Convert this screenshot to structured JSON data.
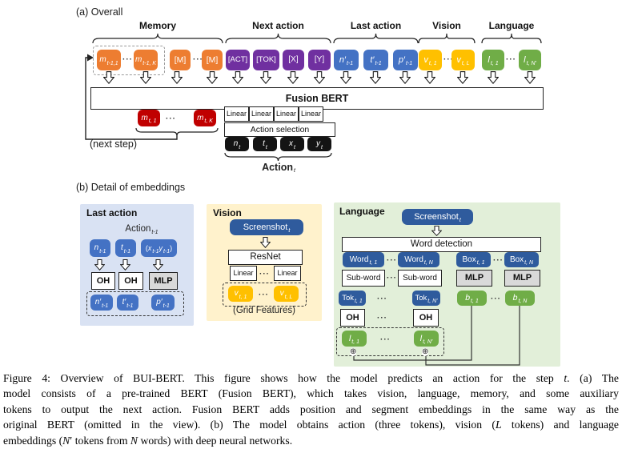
{
  "part_a": {
    "label": "(a) Overall",
    "headers": {
      "memory": "Memory",
      "next_action": "Next action",
      "last_action": "Last action",
      "vision": "Vision",
      "language": "Language"
    },
    "fusion_bert": "Fusion BERT",
    "next_step": "(next step)",
    "linear": "Linear",
    "action_selection": "Action selection",
    "action_label": {
      "m": "Action",
      "s": "t",
      "it": false
    },
    "tk": {
      "m1": {
        "m": "m",
        "s": "t-1,1"
      },
      "mk": {
        "m": "m",
        "s": "t-1, K"
      },
      "mask": {
        "m": "[M]",
        "it": false
      },
      "act": {
        "m": "[ACT]",
        "it": false
      },
      "tok": {
        "m": "[TOK]",
        "it": false
      },
      "x": {
        "m": "[X]",
        "it": false
      },
      "y": {
        "m": "[Y]",
        "it": false
      },
      "np": {
        "m": "n′",
        "s": "t-1"
      },
      "tp": {
        "m": "t′",
        "s": "t-1"
      },
      "pp": {
        "m": "p′",
        "s": "t-1"
      },
      "v1": {
        "m": "v",
        "s": "t, 1"
      },
      "vl": {
        "m": "v",
        "s": "t, L"
      },
      "l1": {
        "m": "l",
        "s": "t, 1"
      },
      "ln": {
        "m": "l",
        "s": "t, N′"
      },
      "rm1": {
        "m": "m",
        "s": "t, 1"
      },
      "rmk": {
        "m": "m",
        "s": "t, K"
      },
      "nt": {
        "m": "n",
        "s": "t"
      },
      "tt": {
        "m": "t",
        "s": "t"
      },
      "xt": {
        "m": "x",
        "s": "t"
      },
      "yt": {
        "m": "y",
        "s": "t"
      }
    }
  },
  "part_b": {
    "label": "(b) Detail of embeddings",
    "last_action": {
      "title": "Last action",
      "action_label": {
        "m": "Action",
        "s": "t-1",
        "it": false
      },
      "oh": "OH",
      "mlp": "MLP",
      "tk": {
        "n": {
          "m": "n",
          "s": "t-1"
        },
        "t": {
          "m": "t",
          "s": "t-1"
        },
        "xy": {
          "parts": [
            {
              "m": "(",
              "it": false
            },
            {
              "m": "x",
              "s": "t-1"
            },
            {
              "m": " y",
              "s": "t-1"
            },
            {
              "m": ")",
              "it": false
            }
          ]
        },
        "np": {
          "m": "n′",
          "s": "t-1"
        },
        "tp": {
          "m": "t′",
          "s": "t-1"
        },
        "pp": {
          "m": "p′",
          "s": "t-1"
        }
      }
    },
    "vision": {
      "title": "Vision",
      "screenshot": {
        "m": "Screenshot",
        "s": "t",
        "it": false
      },
      "resnet": "ResNet",
      "linear": "Linear",
      "grid_features": "(Grid Features)",
      "tk": {
        "v1": {
          "m": "v",
          "s": "t, 1"
        },
        "vl": {
          "m": "v",
          "s": "t, L"
        }
      }
    },
    "language": {
      "title": "Language",
      "screenshot": {
        "m": "Screenshot",
        "s": "t",
        "it": false
      },
      "word_detection": "Word detection",
      "subword": "Sub-word",
      "mlp": "MLP",
      "oh": "OH",
      "tk": {
        "w1": {
          "m": "Word",
          "s": "t, 1",
          "it": false
        },
        "wn": {
          "m": "Word",
          "s": "t, N",
          "it": false
        },
        "bx1": {
          "m": "Box",
          "s": "t, 1",
          "it": false
        },
        "bxn": {
          "m": "Box",
          "s": "t, N",
          "it": false
        },
        "tk1": {
          "m": "Tok",
          "s": "t, 1",
          "it": false
        },
        "tkn": {
          "m": "Tok",
          "s": "t, N′",
          "it": false
        },
        "b1": {
          "m": "b",
          "s": "t, 1"
        },
        "bn": {
          "m": "b",
          "s": "t, N"
        },
        "l1": {
          "m": "l",
          "s": "t, 1"
        },
        "ln": {
          "m": "l",
          "s": "t, N′"
        }
      }
    }
  },
  "sym": {
    "ellipsis": "···",
    "oplus": "⊕"
  },
  "colors": {
    "orange": "#ED7D31",
    "purple": "#7030A0",
    "blue": "#4472C4",
    "dark_blue": "#2F5B9D",
    "yellow": "#FFC000",
    "green": "#70AD47",
    "red": "#C00000",
    "token_black": "#141414",
    "panel_blue": "#D9E2F3",
    "panel_yellow": "#FFF2CC",
    "panel_green": "#E2EFD9"
  },
  "caption": {
    "lines": [
      "Figure 4:  Overview of BUI-BERT. This figure shows how the model predicts an action for the step *t*. (a) The",
      "model consists of a pre-trained BERT (Fusion BERT), which takes vision, language, memory, and some auxiliary",
      "tokens to output the next action.  Fusion BERT adds position and segment embeddings in the same way as the",
      "original BERT (omitted in the view). (b) The model obtains action (three tokens), vision (*L* tokens) and language",
      "embeddings (*N*′ tokens from *N* words) with deep neural networks."
    ]
  }
}
